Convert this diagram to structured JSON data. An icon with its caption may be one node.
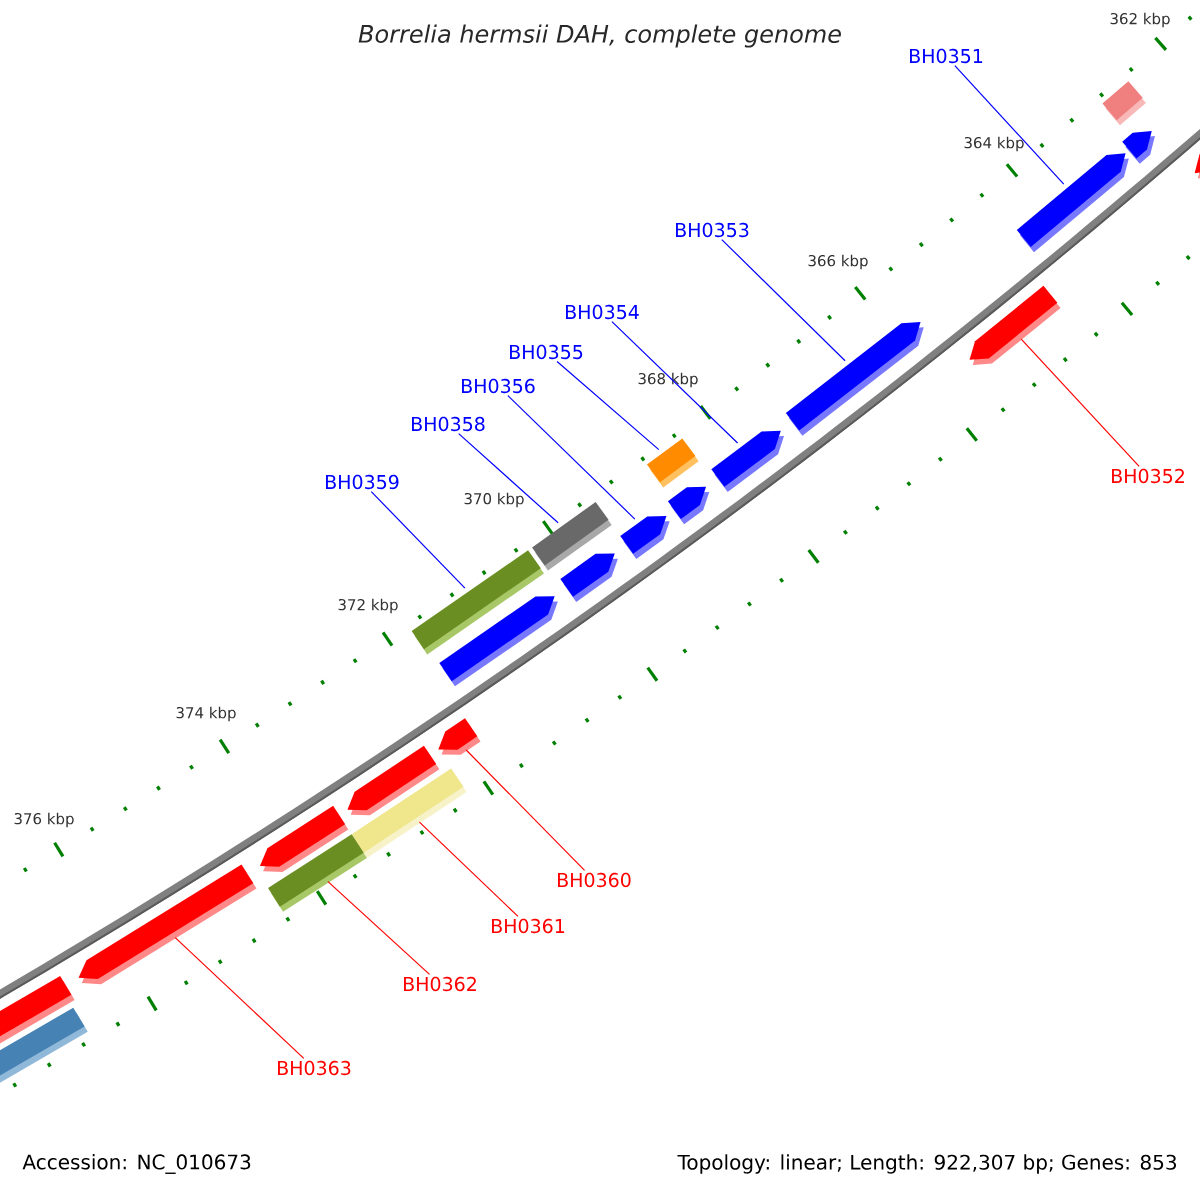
{
  "diagram": {
    "title": "Borrelia hermsii DAH, complete genome",
    "nodes": [
      {
        "text": [
          "BH0351"
        ]
      },
      {
        "text": [
          "BH0353"
        ]
      },
      {
        "text": [
          "BH0354"
        ]
      },
      {
        "text": [
          "BH0355"
        ]
      },
      {
        "text": [
          "BH0356"
        ]
      },
      {
        "text": [
          "BH0358"
        ]
      },
      {
        "text": [
          "BH0359"
        ]
      },
      {
        "text": [
          "BH0352"
        ]
      },
      {
        "text": [
          "BH0360"
        ]
      },
      {
        "text": [
          "BH0361"
        ]
      },
      {
        "text": [
          "BH0362"
        ]
      },
      {
        "text": [
          "BH0363"
        ]
      },
      {
        "text": [],
        "shape": "pentagon"
      },
      {
        "text": [],
        "shape": "bar"
      },
      {
        "text": [],
        "shape": "pentagon"
      },
      {
        "text": [],
        "shape": "pentagon"
      },
      {
        "text": [],
        "shape": "pentagon"
      },
      {
        "text": [],
        "shape": "pentagon"
      },
      {
        "text": [],
        "shape": "pentagon"
      },
      {
        "text": [],
        "shape": "bar"
      },
      {
        "text": [],
        "shape": "pentagon"
      },
      {
        "text": [],
        "shape": "pentagon"
      },
      {
        "text": [],
        "shape": "bar"
      },
      {
        "text": [],
        "shape": "pentagon"
      },
      {
        "text": [],
        "shape": "bar"
      },
      {
        "text": [],
        "shape": "pentagon"
      },
      {
        "text": [],
        "shape": "pentagon"
      },
      {
        "text": [],
        "shape": "bar"
      },
      {
        "text": [],
        "shape": "pentagon"
      },
      {
        "text": [],
        "shape": "bar"
      },
      {
        "text": [],
        "shape": "pentagon"
      },
      {
        "text": [],
        "shape": "pentagon"
      },
      {
        "text": [],
        "shape": "bar"
      },
      {
        "text": [],
        "shape": "pentagon"
      }
    ],
    "edges": [
      {
        "from": 0,
        "to": 15,
        "arrow": "none"
      },
      {
        "from": 1,
        "to": 17,
        "arrow": "none"
      },
      {
        "from": 2,
        "to": 18,
        "arrow": "none"
      },
      {
        "from": 3,
        "to": 19,
        "arrow": "none"
      },
      {
        "from": 4,
        "to": 21,
        "arrow": "none"
      },
      {
        "from": 5,
        "to": 22,
        "arrow": "none"
      },
      {
        "from": 6,
        "to": 24,
        "arrow": "none"
      },
      {
        "from": 7,
        "to": 16,
        "arrow": "none",
        "color": "#ff0000"
      },
      {
        "from": 8,
        "to": 26,
        "arrow": "none",
        "color": "#ff0000"
      },
      {
        "from": 9,
        "to": 27,
        "arrow": "none",
        "color": "#ff0000"
      },
      {
        "from": 10,
        "to": 29,
        "arrow": "none",
        "color": "#ff0000"
      },
      {
        "from": 11,
        "to": 31,
        "arrow": "none",
        "color": "#ff0000"
      }
    ],
    "labels": [
      "362 kbp",
      "364 kbp",
      "366 kbp",
      "368 kbp",
      "370 kbp",
      "372 kbp",
      "374 kbp",
      "376 kbp",
      "Accession: NC_010673",
      "Topology: linear; Length: 922,307 bp; Genes: 853"
    ]
  }
}
